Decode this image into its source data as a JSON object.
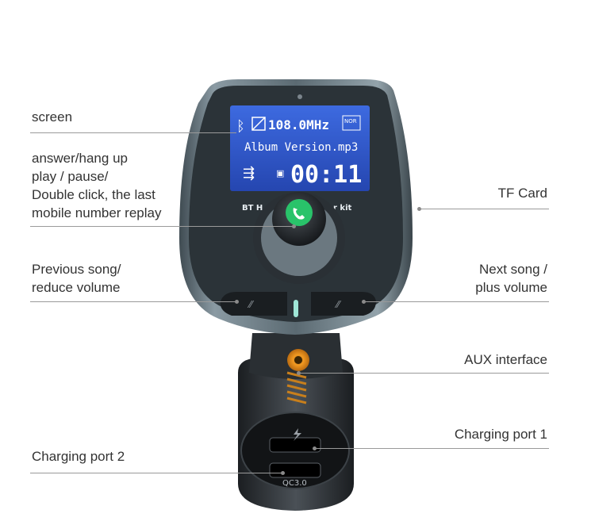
{
  "labels": {
    "screen": "screen",
    "answer_lines": [
      "answer/hang up",
      "play / pause/",
      "Double click, the last",
      "mobile number replay"
    ],
    "previous_lines": [
      "Previous song/",
      "reduce volume"
    ],
    "charging_port_2": "Charging port 2",
    "tf_card": "TF Card",
    "next_lines": [
      "Next song /",
      "plus volume"
    ],
    "aux_interface": "AUX interface",
    "charging_port_1": "Charging port 1"
  },
  "lcd": {
    "frequency": "108.0MHz",
    "track": "Album Version.mp3",
    "time": "00:11",
    "eq_badge": "NOR"
  },
  "device": {
    "panel_text_left": "BT H",
    "panel_text_right": "r kit",
    "port_label": "QC3.0"
  },
  "colors": {
    "lcd_blue": "#2f56c8",
    "body_metal": "#5f6f78",
    "button_green": "#29c36a",
    "aux_orange": "#e08a1a"
  }
}
